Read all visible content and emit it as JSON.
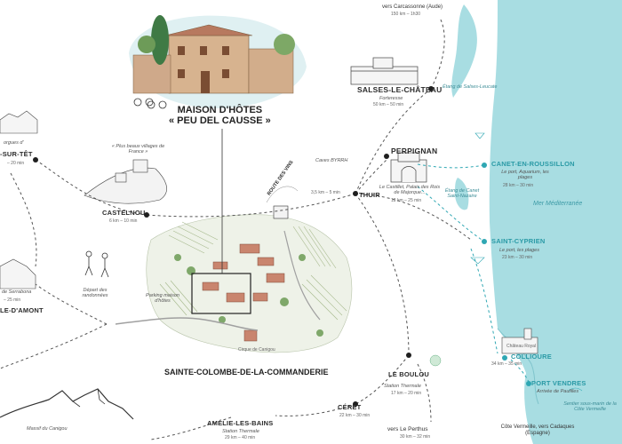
{
  "header": {
    "title_line1": "MAISON D'HÔTES",
    "title_line2": "« PEU DEL CAUSSE »"
  },
  "villages": {
    "carcassonne": {
      "name": "vers Carcassonne (Aude)",
      "dist": "150 km – 1h30"
    },
    "salses": {
      "name": "SALSES-LE-CHÂTEAU",
      "sub": "Forteresse",
      "dist": "50 km – 50 min"
    },
    "perpignan": {
      "name": "PERPIGNAN",
      "sub": "Le Castillet, Palais des Rois de Majorque...",
      "dist": "18 km – 25 min"
    },
    "thuir": {
      "name": "THUIR"
    },
    "byrrh": {
      "name": "Caves BYRRH",
      "dist": "3,5 km – 5 min"
    },
    "canet": {
      "name": "CANET-EN-ROUSSILLON",
      "sub": "Le port, Aquarium, les plages",
      "dist": "28 km – 30 min"
    },
    "saint_cyprien": {
      "name": "SAINT-CYPRIEN",
      "sub": "Le port, les plages",
      "dist": "23 km – 30 min"
    },
    "collioure": {
      "name": "COLLIOURE",
      "dist": "34 km – 35 min"
    },
    "port_vendres": {
      "name": "PORT VENDRES",
      "sub": "Arrivée de Paulilles"
    },
    "cadaques": {
      "name": "Côte Vermeille, vers Cadaques (Espagne)"
    },
    "le_boulou": {
      "name": "LE BOULOU",
      "sub": "Station Thermale",
      "dist": "17 km – 20 min"
    },
    "le_perthus": {
      "name": "vers Le Perthus",
      "dist": "30 km – 32 min"
    },
    "ceret": {
      "name": "CÉRET",
      "dist": "22 km – 30 min"
    },
    "amelie": {
      "name": "AMÉLIE-LES-BAINS",
      "sub": "Station Thermale",
      "dist": "29 km – 40 min"
    },
    "castelnou": {
      "name": "CASTELNOU",
      "dist": "6 km – 10 min"
    },
    "beaux_villages": {
      "name": "« Plus beaux villages de France »"
    },
    "prades": {
      "name": "-SUR-TÊT",
      "sub": "orgues d'",
      "dist": "– 20 min"
    },
    "ille": {
      "name": "LE-D'AMONT",
      "sub": "de Serrabona",
      "dist": "– 25 min"
    },
    "sainte_colombe": {
      "name": "SAINTE-COLOMBE-DE-LA-COMMANDERIE"
    },
    "depart_randonnees": {
      "name": "Départ des randonnées"
    },
    "parking": {
      "name": "Parking maison d'hôtes"
    },
    "canigou": {
      "name": "Massif du Canigou"
    },
    "route_des_vins": {
      "name": "ROUTE DES VINS"
    },
    "mer": {
      "name": "Mer Méditerranée"
    },
    "etang_salses": {
      "name": "Étang de Salses-Leucate"
    },
    "etang_canet": {
      "name": "Étang de Canet Saint-Nazaire"
    },
    "cote_vermeille": {
      "name": "Sentier sous-marin de la Côte Vermeille"
    },
    "cirque": {
      "name": "Cirque de Canigou"
    },
    "chateau": {
      "name": "Château Royal"
    }
  },
  "colors": {
    "sea": "#a8dde2",
    "route": "#555555",
    "sea_route": "#2fa7b3",
    "text": "#2b2b2b"
  }
}
